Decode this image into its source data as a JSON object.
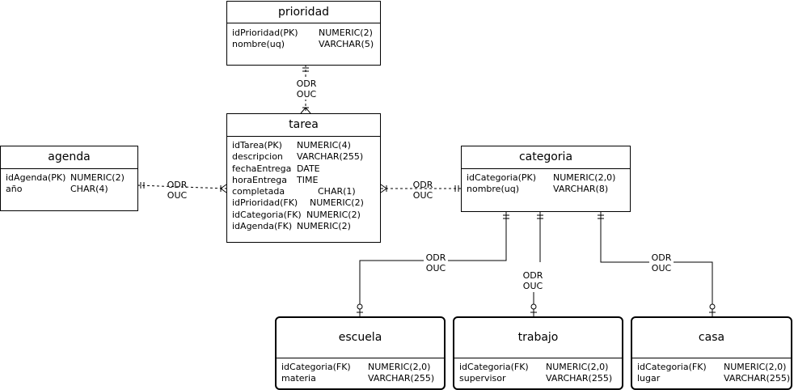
{
  "entities": {
    "prioridad": {
      "title": "prioridad",
      "attributes": [
        {
          "name": "idPrioridad(PK)",
          "type": "NUMERIC(2)"
        },
        {
          "name": "nombre(uq)",
          "type": "VARCHAR(5)"
        }
      ]
    },
    "tarea": {
      "title": "tarea",
      "attributes": [
        {
          "name": "idTarea(PK)",
          "type": "NUMERIC(4)"
        },
        {
          "name": "descripcion",
          "type": "VARCHAR(255)"
        },
        {
          "name": "fechaEntrega",
          "type": "DATE"
        },
        {
          "name": "horaEntrega",
          "type": "TIME"
        },
        {
          "name": "completada",
          "type": "CHAR(1)"
        },
        {
          "name": "idPrioridad(FK)",
          "type": "NUMERIC(2)"
        },
        {
          "name": "idCategoria(FK)",
          "type": "NUMERIC(2)"
        },
        {
          "name": "idAgenda(FK)",
          "type": "NUMERIC(2)"
        }
      ]
    },
    "agenda": {
      "title": "agenda",
      "attributes": [
        {
          "name": "idAgenda(PK)",
          "type": "NUMERIC(2)"
        },
        {
          "name": "año",
          "type": "CHAR(4)"
        }
      ]
    },
    "categoria": {
      "title": "categoria",
      "attributes": [
        {
          "name": "idCategoria(PK)",
          "type": "NUMERIC(2,0)"
        },
        {
          "name": "nombre(uq)",
          "type": "VARCHAR(8)"
        }
      ]
    },
    "escuela": {
      "title": "escuela",
      "attributes": [
        {
          "name": "idCategoria(FK)",
          "type": "NUMERIC(2,0)"
        },
        {
          "name": "materia",
          "type": "VARCHAR(255)"
        }
      ]
    },
    "trabajo": {
      "title": "trabajo",
      "attributes": [
        {
          "name": "idCategoria(FK)",
          "type": "NUMERIC(2,0)"
        },
        {
          "name": "supervisor",
          "type": "VARCHAR(255)"
        }
      ]
    },
    "casa": {
      "title": "casa",
      "attributes": [
        {
          "name": "idCategoria(FK)",
          "type": "NUMERIC(2,0)"
        },
        {
          "name": "lugar",
          "type": "VARCHAR(255)"
        }
      ]
    }
  },
  "relationships": {
    "prioridad_tarea": {
      "line1": "ODR",
      "line2": "OUC"
    },
    "agenda_tarea": {
      "line1": "ODR",
      "line2": "OUC"
    },
    "tarea_categoria": {
      "line1": "ODR",
      "line2": "OUC"
    },
    "categoria_escuela": {
      "line1": "ODR",
      "line2": "OUC"
    },
    "categoria_trabajo": {
      "line1": "ODR",
      "line2": "OUC"
    },
    "categoria_casa": {
      "line1": "ODR",
      "line2": "OUC"
    }
  }
}
